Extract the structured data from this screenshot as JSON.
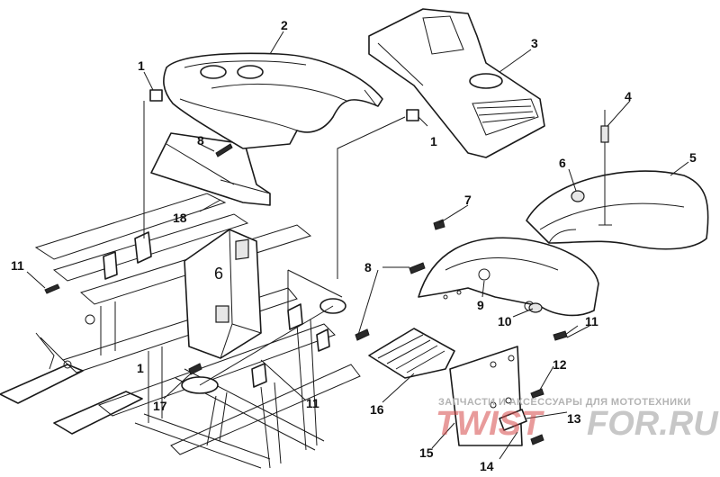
{
  "callouts": [
    {
      "id": "2",
      "label": "2"
    },
    {
      "id": "3",
      "label": "3"
    },
    {
      "id": "1a",
      "label": "1"
    },
    {
      "id": "1b",
      "label": "1"
    },
    {
      "id": "1c",
      "label": "1"
    },
    {
      "id": "4",
      "label": "4"
    },
    {
      "id": "5",
      "label": "5"
    },
    {
      "id": "6",
      "label": "6"
    },
    {
      "id": "7",
      "label": "7"
    },
    {
      "id": "8a",
      "label": "8"
    },
    {
      "id": "8b",
      "label": "8"
    },
    {
      "id": "9",
      "label": "9"
    },
    {
      "id": "10",
      "label": "10"
    },
    {
      "id": "11a",
      "label": "11"
    },
    {
      "id": "11b",
      "label": "11"
    },
    {
      "id": "11c",
      "label": "11"
    },
    {
      "id": "12",
      "label": "12"
    },
    {
      "id": "13",
      "label": "13"
    },
    {
      "id": "14",
      "label": "14"
    },
    {
      "id": "15",
      "label": "15"
    },
    {
      "id": "16",
      "label": "16"
    },
    {
      "id": "17",
      "label": "17"
    },
    {
      "id": "18",
      "label": "18"
    }
  ],
  "frame_stamp": "6",
  "watermark": {
    "caption": "ЗАПЧАСТИ И АКСЕССУАРЫ ДЛЯ МОТОТЕХНИКИ",
    "brand_left": "TWIST",
    "brand_right": "FOR.RU"
  },
  "colors": {
    "line": "#1a1a1a",
    "watermark_red": "#d64b4b",
    "watermark_gray": "#b3b3b3"
  }
}
